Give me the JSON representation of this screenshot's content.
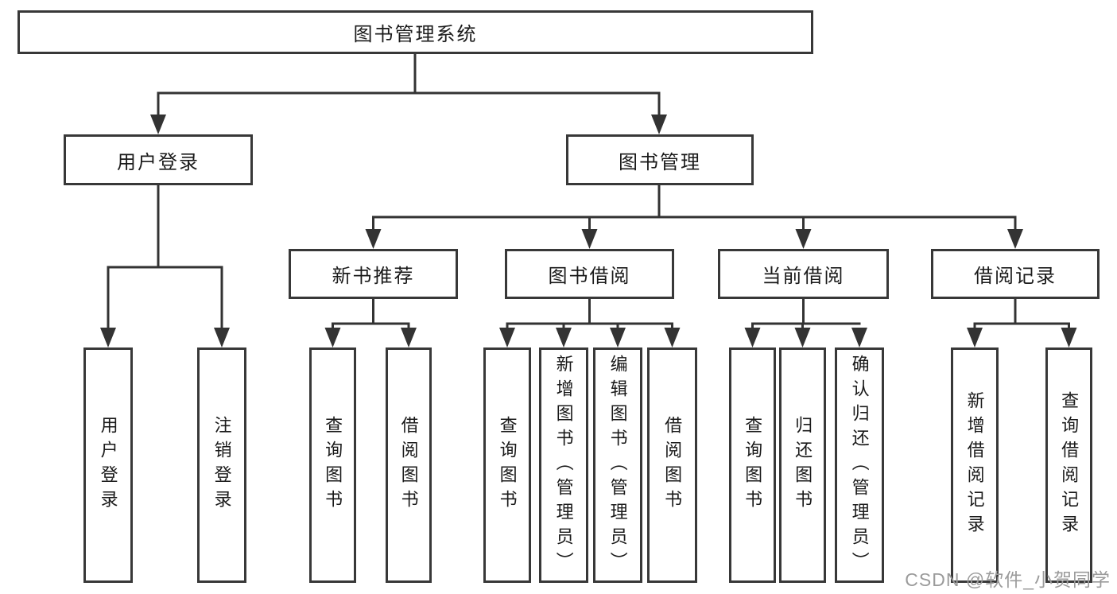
{
  "colors": {
    "line": "#333333",
    "box_border": "#383838",
    "box_fill": "#ffffff",
    "text": "#1a1a1a",
    "watermark": "#9b9b9b",
    "background": "#ffffff"
  },
  "root": {
    "label": "图书管理系统"
  },
  "user_login": {
    "label": "用户登录",
    "children": [
      {
        "label": "用户登录"
      },
      {
        "label": "注销登录"
      }
    ]
  },
  "book_mgmt": {
    "label": "图书管理",
    "children": [
      {
        "label": "新书推荐",
        "children": [
          {
            "label": "查询图书"
          },
          {
            "label": "借阅图书"
          }
        ]
      },
      {
        "label": "图书借阅",
        "children": [
          {
            "label": "查询图书"
          },
          {
            "label": "新增图书（管理员）"
          },
          {
            "label": "编辑图书（管理员）"
          },
          {
            "label": "借阅图书"
          }
        ]
      },
      {
        "label": "当前借阅",
        "children": [
          {
            "label": "查询图书"
          },
          {
            "label": "归还图书"
          },
          {
            "label": "确认归还（管理员）"
          }
        ]
      },
      {
        "label": "借阅记录",
        "children": [
          {
            "label": "新增借阅记录"
          },
          {
            "label": "查询借阅记录"
          }
        ]
      }
    ]
  },
  "watermark": {
    "text": "CSDN @软件_小贺同学"
  }
}
